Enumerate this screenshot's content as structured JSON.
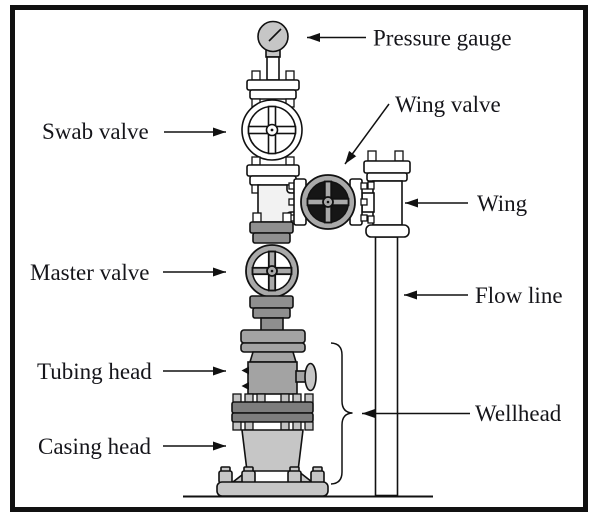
{
  "figure": {
    "kind": "wellhead-christmas-tree-diagram",
    "labels": {
      "pressure_gauge": "Pressure gauge",
      "swab_valve": "Swab valve",
      "wing_valve": "Wing valve",
      "wing": "Wing",
      "master_valve": "Master valve",
      "flow_line": "Flow line",
      "tubing_head": "Tubing head",
      "casing_head": "Casing head",
      "wellhead": "Wellhead"
    },
    "colors": {
      "frame": "#111111",
      "text": "#15151a",
      "white_part": "#ffffff",
      "light_gray": "#c6c6c6",
      "mid_gray": "#a9a9a9",
      "head_gray": "#a3a3a3",
      "dark_gray": "#8f8f8f",
      "flange_dark": "#7d7d7d",
      "wheel_opening_dark": "#161616"
    }
  }
}
